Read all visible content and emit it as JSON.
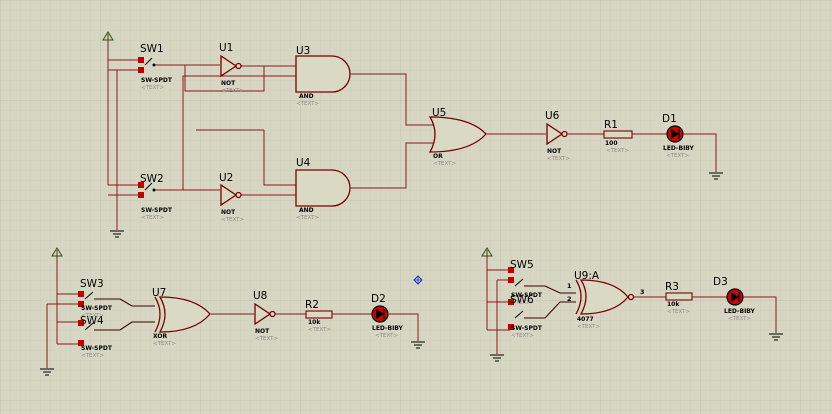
{
  "components": {
    "sw1": {
      "ref": "SW1",
      "type": "SW-SPDT",
      "text": "<TEXT>"
    },
    "sw2": {
      "ref": "SW2",
      "type": "SW-SPDT",
      "text": "<TEXT>"
    },
    "sw3": {
      "ref": "SW3",
      "type": "SW-SPDT",
      "text": "<TEXT>"
    },
    "sw4": {
      "ref": "SW4",
      "type": "SW-SPDT",
      "text": "<TEXT>"
    },
    "sw5": {
      "ref": "SW5",
      "type": "SW-SPDT",
      "text": "<TEXT>"
    },
    "sw6": {
      "ref": "SW6",
      "type": "SW-SPDT",
      "text": "<TEXT>"
    },
    "u1": {
      "ref": "U1",
      "type": "NOT",
      "text": "<TEXT>"
    },
    "u2": {
      "ref": "U2",
      "type": "NOT",
      "text": "<TEXT>"
    },
    "u3": {
      "ref": "U3",
      "type": "AND",
      "text": "<TEXT>"
    },
    "u4": {
      "ref": "U4",
      "type": "AND",
      "text": "<TEXT>"
    },
    "u5": {
      "ref": "U5",
      "type": "OR",
      "text": "<TEXT>"
    },
    "u6": {
      "ref": "U6",
      "type": "NOT",
      "text": "<TEXT>"
    },
    "u7": {
      "ref": "U7",
      "type": "XOR",
      "text": "<TEXT>"
    },
    "u8": {
      "ref": "U8",
      "type": "NOT",
      "text": "<TEXT>"
    },
    "u9": {
      "ref": "U9:A",
      "type": "4077",
      "text": "<TEXT>",
      "pin1": "1",
      "pin2": "2",
      "pin3": "3"
    },
    "r1": {
      "ref": "R1",
      "value": "100",
      "text": "<TEXT>"
    },
    "r2": {
      "ref": "R2",
      "value": "10k",
      "text": "<TEXT>"
    },
    "r3": {
      "ref": "R3",
      "value": "10k",
      "text": "<TEXT>"
    },
    "d1": {
      "ref": "D1",
      "type": "LED-BIBY",
      "text": "<TEXT>"
    },
    "d2": {
      "ref": "D2",
      "type": "LED-BIBY",
      "text": "<TEXT>"
    },
    "d3": {
      "ref": "D3",
      "type": "LED-BIBY",
      "text": "<TEXT>"
    }
  },
  "colors": {
    "background": "#d6d6c2",
    "grid_minor": "#c9c9b6",
    "grid_major": "#bdbdaa",
    "wire": "#8b1a1a",
    "gate_outline": "#7a0000",
    "led_body": "#cc0000",
    "marker": "#1a3cc8"
  }
}
